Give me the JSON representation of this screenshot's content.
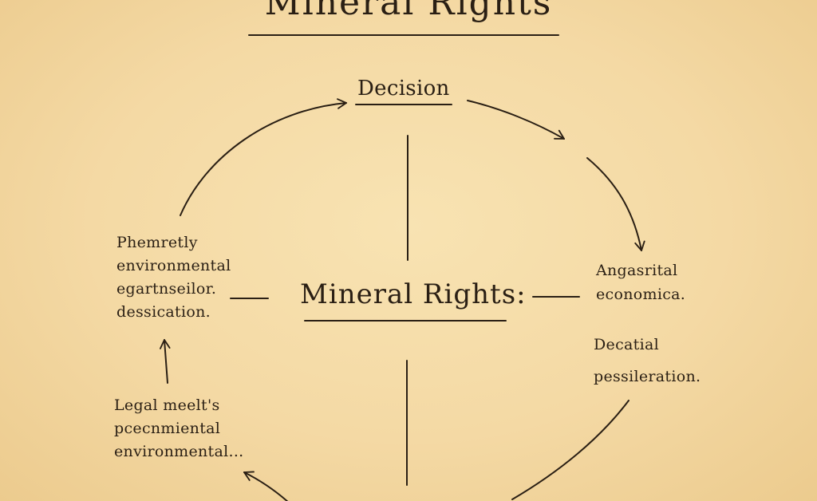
{
  "title": "Mineral Rights",
  "decision_label": "Decision",
  "center_label": "Mineral Rights:",
  "nodes": {
    "left_top": [
      "Phemretly",
      "environmental",
      "egartnseilor.",
      "dessication."
    ],
    "left_bottom": [
      "Legal meelt's",
      "pcecnmiental",
      "environmental..."
    ],
    "right_top": [
      "Angasrital",
      "economica."
    ],
    "right_bottom": [
      "Decatial",
      "pessileration."
    ]
  },
  "colors": {
    "paper": "#f4d9a4",
    "ink": "#2a1f14"
  }
}
